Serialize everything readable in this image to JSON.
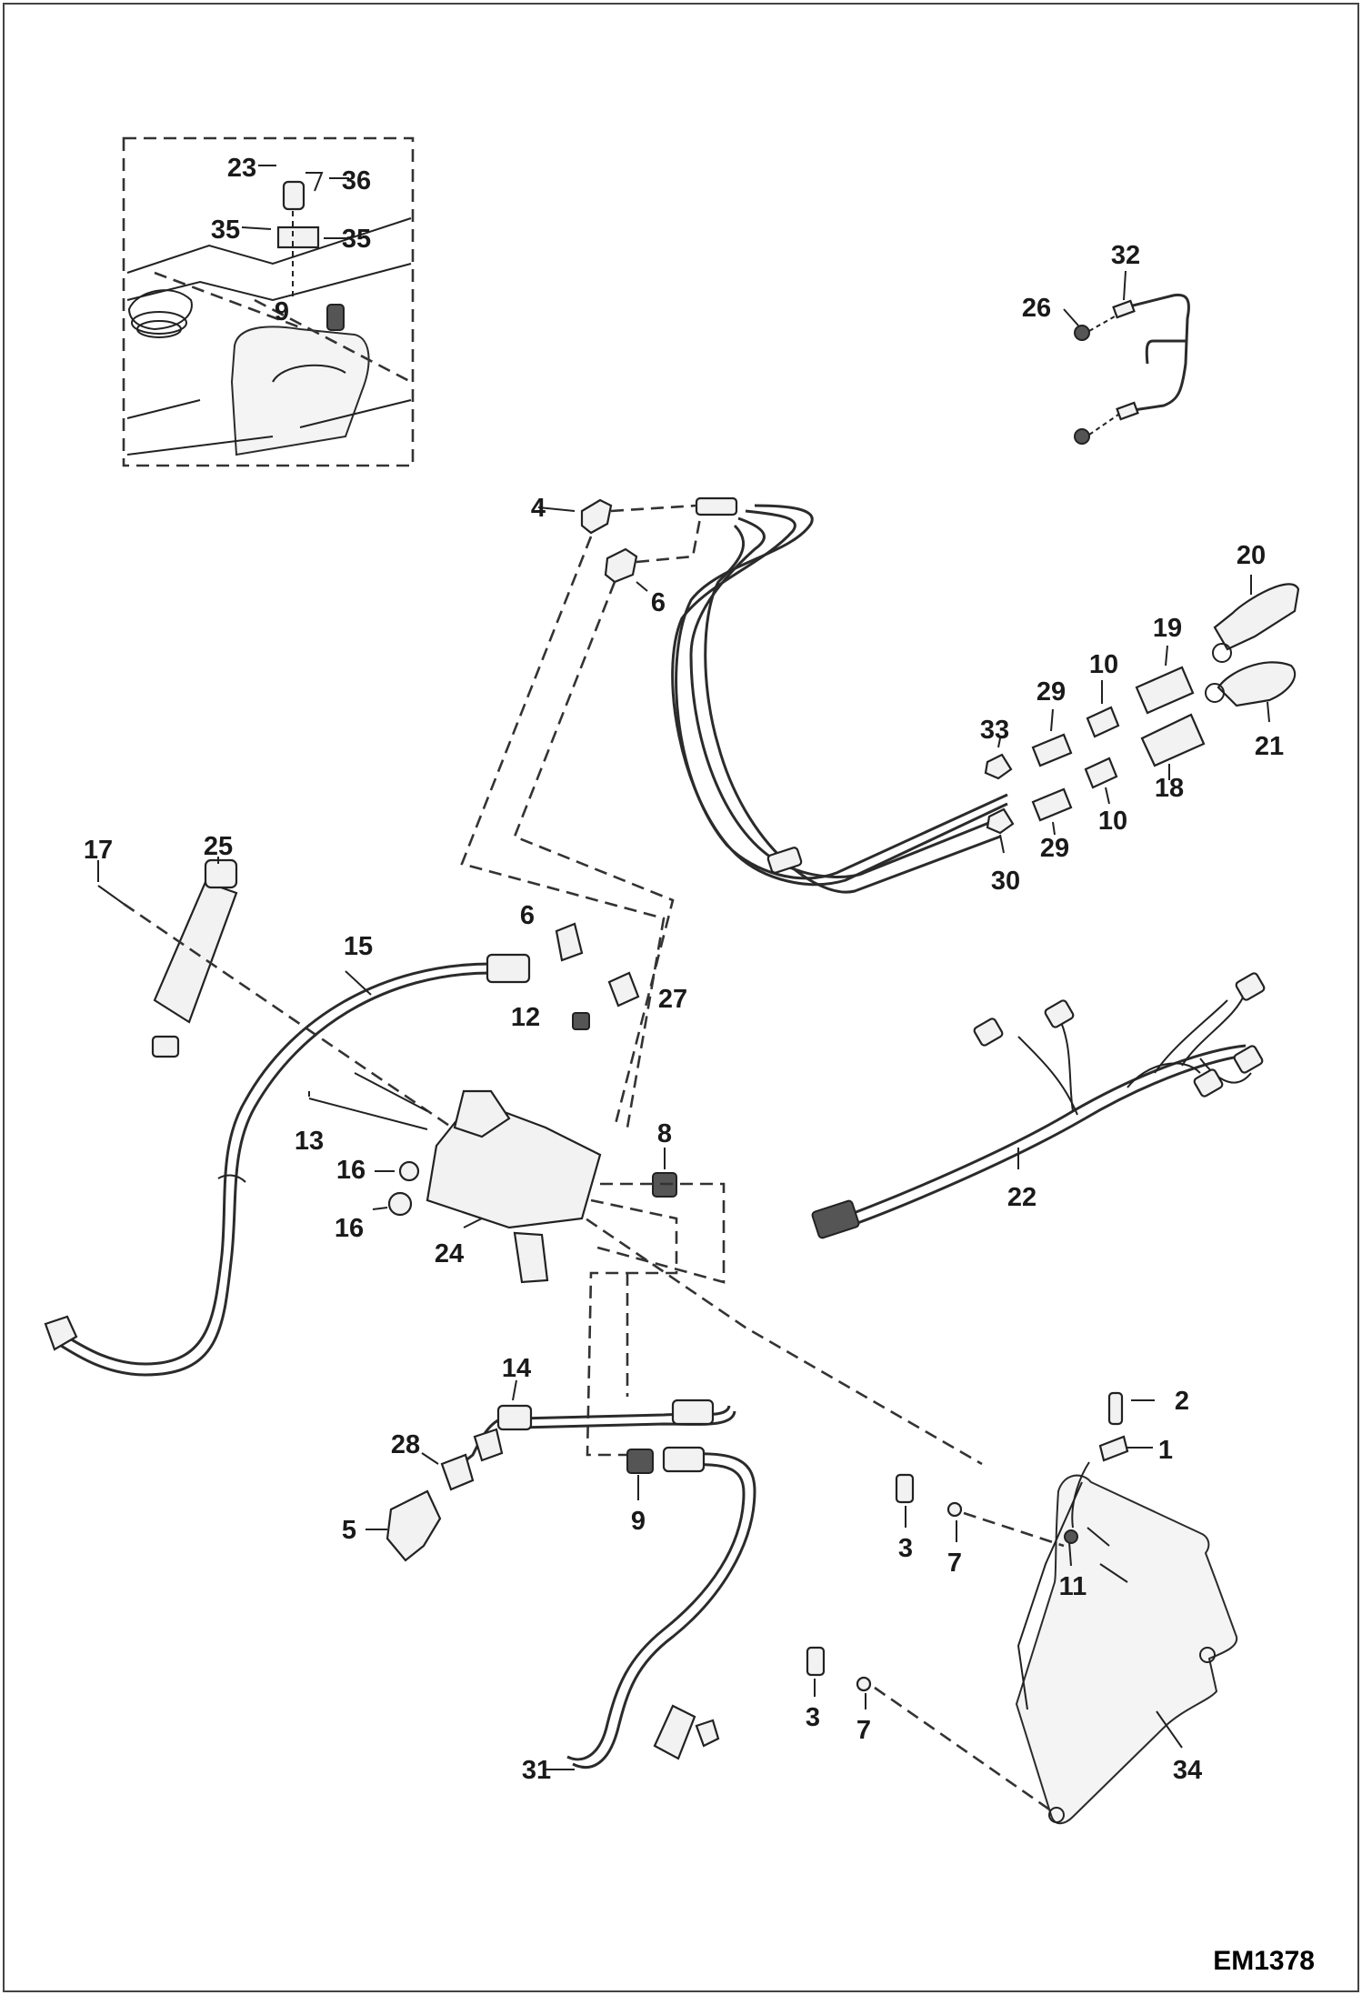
{
  "drawing_code": "EM1378",
  "callouts": [
    {
      "id": "c23",
      "text": "23"
    },
    {
      "id": "c36",
      "text": "36"
    },
    {
      "id": "c35a",
      "text": "35"
    },
    {
      "id": "c35b",
      "text": "35"
    },
    {
      "id": "c9a",
      "text": "9"
    },
    {
      "id": "c32",
      "text": "32"
    },
    {
      "id": "c26",
      "text": "26"
    },
    {
      "id": "c4",
      "text": "4"
    },
    {
      "id": "c6a",
      "text": "6"
    },
    {
      "id": "c20",
      "text": "20"
    },
    {
      "id": "c19",
      "text": "19"
    },
    {
      "id": "c10a",
      "text": "10"
    },
    {
      "id": "c29a",
      "text": "29"
    },
    {
      "id": "c33",
      "text": "33"
    },
    {
      "id": "c21",
      "text": "21"
    },
    {
      "id": "c18",
      "text": "18"
    },
    {
      "id": "c10b",
      "text": "10"
    },
    {
      "id": "c29b",
      "text": "29"
    },
    {
      "id": "c30",
      "text": "30"
    },
    {
      "id": "c17",
      "text": "17"
    },
    {
      "id": "c25",
      "text": "25"
    },
    {
      "id": "c15",
      "text": "15"
    },
    {
      "id": "c6b",
      "text": "6"
    },
    {
      "id": "c27",
      "text": "27"
    },
    {
      "id": "c12",
      "text": "12"
    },
    {
      "id": "c13",
      "text": "13"
    },
    {
      "id": "c8",
      "text": "8"
    },
    {
      "id": "c16a",
      "text": "16"
    },
    {
      "id": "c16b",
      "text": "16"
    },
    {
      "id": "c24",
      "text": "24"
    },
    {
      "id": "c22",
      "text": "22"
    },
    {
      "id": "c14",
      "text": "14"
    },
    {
      "id": "c28",
      "text": "28"
    },
    {
      "id": "c5",
      "text": "5"
    },
    {
      "id": "c9b",
      "text": "9"
    },
    {
      "id": "c2",
      "text": "2"
    },
    {
      "id": "c1",
      "text": "1"
    },
    {
      "id": "c3a",
      "text": "3"
    },
    {
      "id": "c7a",
      "text": "7"
    },
    {
      "id": "c11",
      "text": "11"
    },
    {
      "id": "c3b",
      "text": "3"
    },
    {
      "id": "c7b",
      "text": "7"
    },
    {
      "id": "c34",
      "text": "34"
    },
    {
      "id": "c31",
      "text": "31"
    }
  ]
}
